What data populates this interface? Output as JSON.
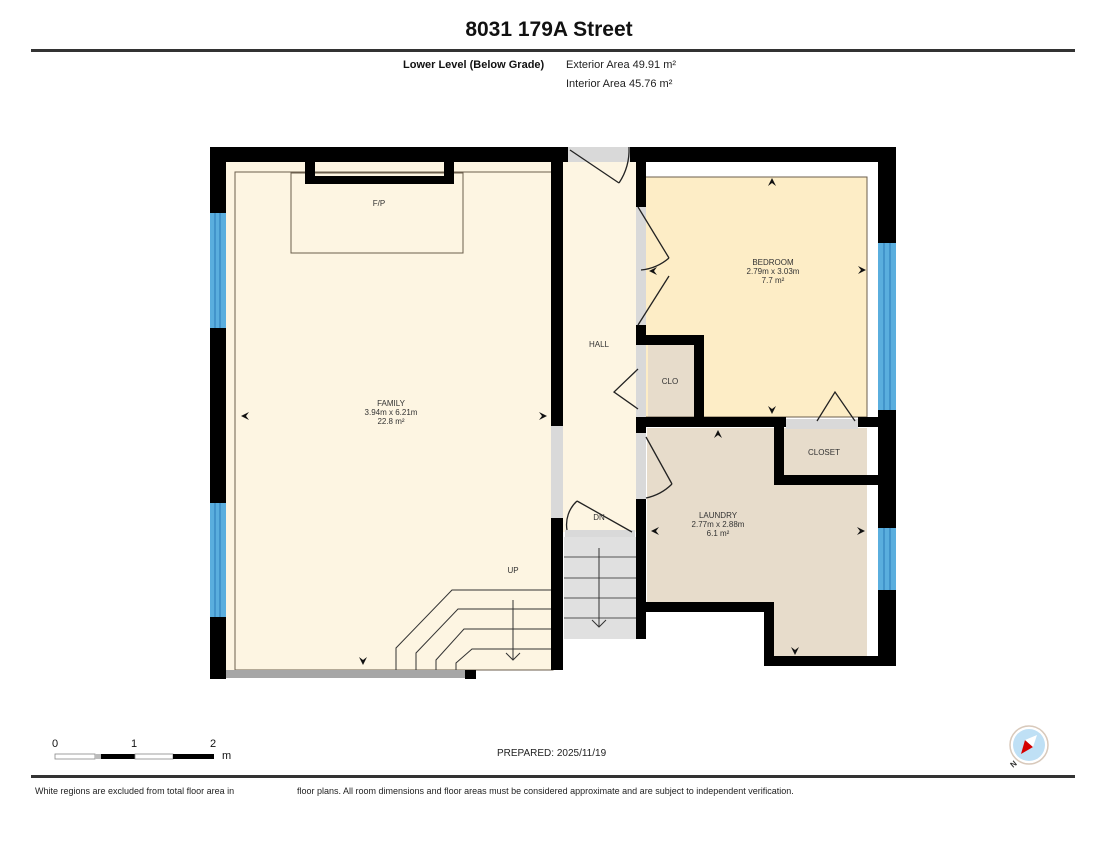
{
  "header": {
    "title": "8031 179A Street",
    "level": "Lower Level (Below Grade)",
    "exterior_area": "Exterior Area 49.91 m²",
    "interior_area": "Interior Area 45.76 m²"
  },
  "rooms": {
    "family": {
      "name": "FAMILY",
      "dims": "3.94m x 6.21m",
      "area": "22.8 m²"
    },
    "bedroom": {
      "name": "BEDROOM",
      "dims": "2.79m x 3.03m",
      "area": "7.7 m²"
    },
    "laundry": {
      "name": "LAUNDRY",
      "dims": "2.77m x 2.88m",
      "area": "6.1 m²"
    },
    "hall": {
      "name": "HALL"
    },
    "clo": {
      "name": "CLO"
    },
    "closet": {
      "name": "CLOSET"
    },
    "fireplace": {
      "name": "F/P"
    },
    "stairs_up": "UP",
    "stairs_down": "DN"
  },
  "colors": {
    "family_fill": "#fdf5e2",
    "hall_fill": "#fdf5e2",
    "bedroom_fill": "#fdedc6",
    "laundry_fill": "#e7dccb",
    "closet_fill": "#e7dccb",
    "wall": "#000000",
    "window": "#5aaede",
    "opening": "#d9d9d9",
    "stair_fill": "#e0e0e0"
  },
  "scale_bar": {
    "ticks": [
      "0",
      "1",
      "2"
    ],
    "unit": "m"
  },
  "footer": {
    "prepared": "PREPARED: 2025/11/19",
    "note_left": "White regions are excluded from total floor area in",
    "note_right": "floor plans. All room dimensions and floor areas must be considered approximate and are subject to independent verification."
  },
  "compass": {
    "label": "N"
  }
}
